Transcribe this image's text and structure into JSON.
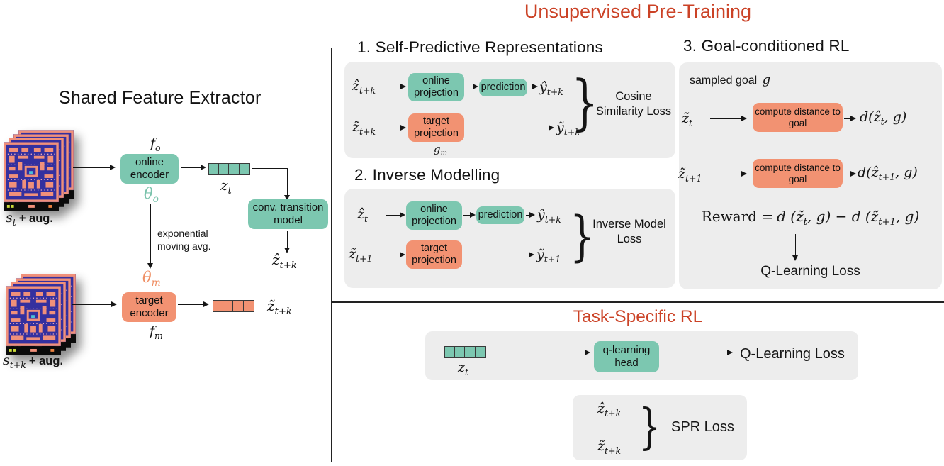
{
  "titles": {
    "unsupervised": "Unsupervised Pre-Training",
    "task_specific": "Task-Specific RL",
    "shared_extractor": "Shared Feature Extractor"
  },
  "colors": {
    "accent_red": "#cb4226",
    "teal": "#7cc7b0",
    "salmon": "#f29272",
    "panel_gray": "#ededed",
    "theta_online": "#79c2ab",
    "theta_momentum": "#ef8e63"
  },
  "left": {
    "title": "Shared Feature Extractor",
    "input_top_math": "s_{t}",
    "input_top_suffix": "+ aug.",
    "f_o": "f_{o}",
    "online_encoder": "online encoder",
    "theta_o": "θ_{o}",
    "z_t": "z_{t}",
    "conv_model": "conv. transition model",
    "zhat_tk": "ẑ_{t+k}",
    "ema": "exponential moving avg.",
    "theta_m": "θ_{m}",
    "target_encoder": "target encoder",
    "f_m": "f_{m}",
    "ztilde_tk": "z̃_{t+k}",
    "input_bottom_math": "s_{t+k}",
    "input_bottom_suffix": "+ aug."
  },
  "section1": {
    "heading": "1. Self-Predictive Representations",
    "row1_input": "ẑ_{t+k}",
    "row1_box1": "online projection",
    "row1_box2": "prediction",
    "row1_output": "ŷ_{t+k}",
    "row2_input": "z̃_{t+k}",
    "row2_box1": "target projection",
    "row2_box1_sub": "g_{m}",
    "row2_output": "ỹ_{t+k}",
    "brace": "}",
    "loss": "Cosine Similarity Loss"
  },
  "section2": {
    "heading": "2. Inverse Modelling",
    "row1_input": "ẑ_{t}",
    "row1_box1": "online projection",
    "row1_box2": "prediction",
    "row1_output": "ŷ_{t+k}",
    "row2_input": "z̃_{t+1}",
    "row2_box1": "target projection",
    "row2_output": "ỹ_{t+1}",
    "brace": "}",
    "loss": "Inverse Model Loss"
  },
  "section3": {
    "heading": "3. Goal-conditioned RL",
    "sampled_goal_text": "sampled goal",
    "sampled_goal_math": "g",
    "row1_input": "z̃_{t}",
    "row1_box": "compute distance to goal",
    "row1_output": "d(ẑ_{t}, g)",
    "row2_input": "z̃_{t+1}",
    "row2_box": "compute distance to goal",
    "row2_output": "d(ẑ_{t+1}, g)",
    "reward_label": "Reward =",
    "reward_expr": "d (z̃_{t}, g) − d (z̃_{t+1}, g)",
    "loss": "Q-Learning Loss"
  },
  "task_rl": {
    "title": "Task-Specific RL",
    "z_t": "z_{t}",
    "box": "q-learning head",
    "loss": "Q-Learning Loss"
  },
  "spr": {
    "top": "ẑ_{t+k}",
    "bottom": "z̃_{t+k}",
    "brace": "}",
    "loss": "SPR Loss"
  }
}
